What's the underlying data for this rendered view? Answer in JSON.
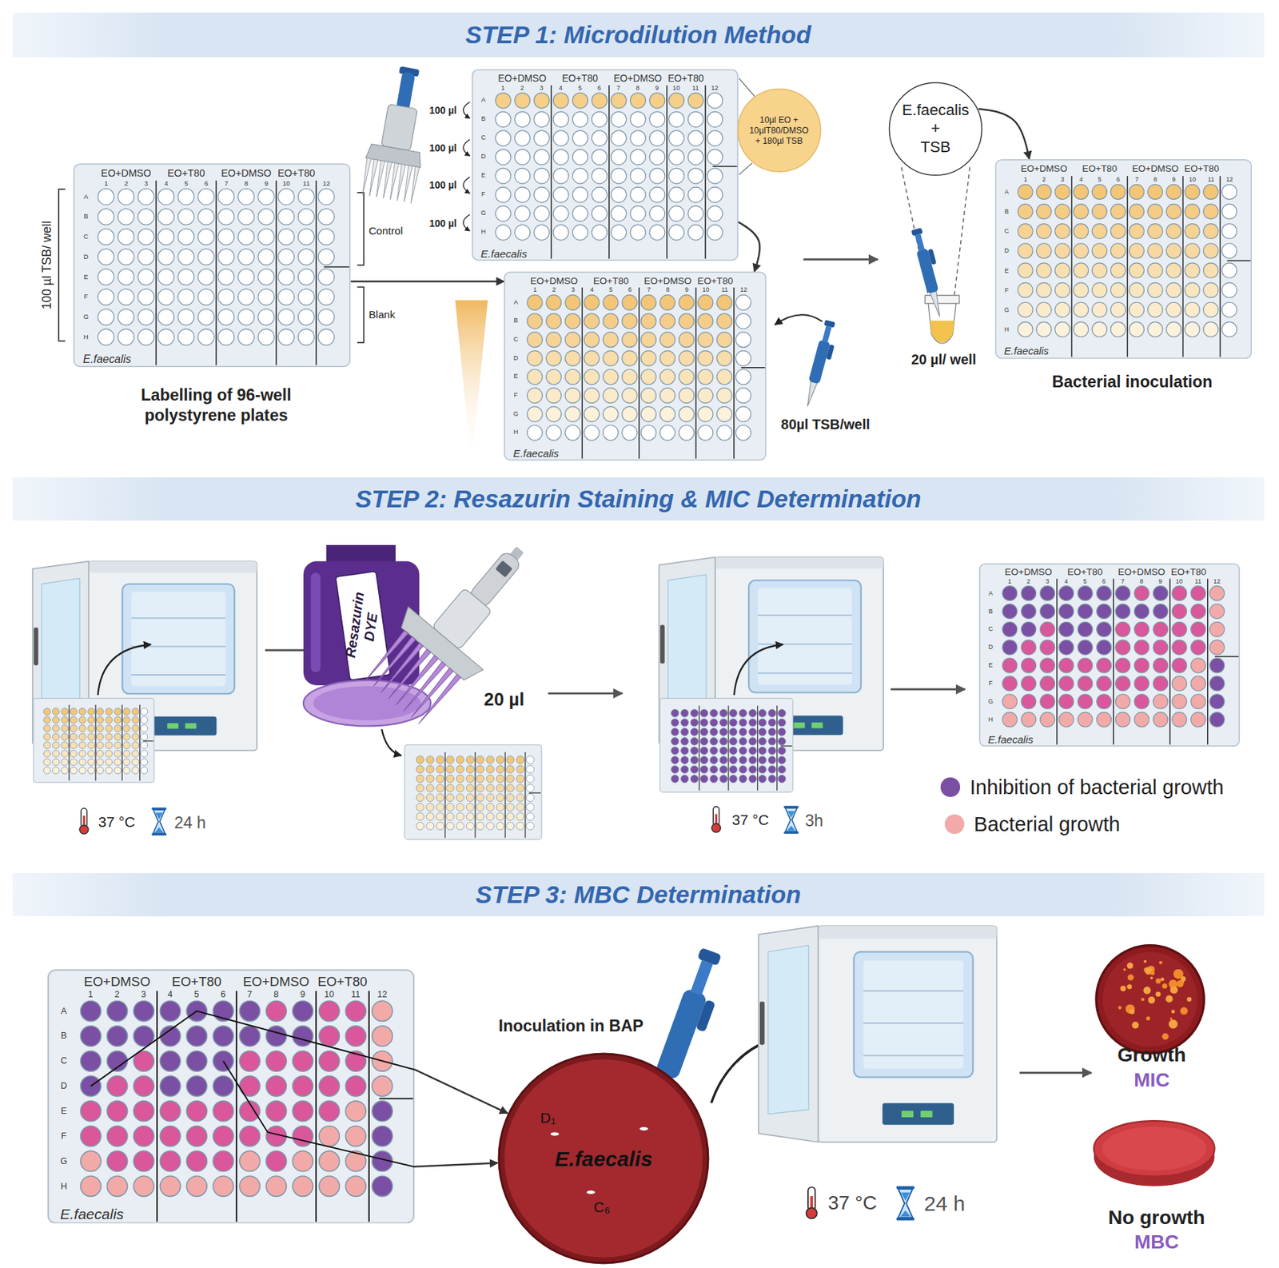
{
  "diagram": {
    "nodes": [
      {
        "text": [
          "STEP 1: Microdilution Method"
        ]
      },
      {
        "text": [
          "EO+DMSO",
          "EO+T80",
          "EO+DMSO",
          "EO+T80",
          "1",
          "2",
          "3",
          "4",
          "5",
          "6",
          "7",
          "8",
          "9",
          "10",
          "11",
          "12",
          "A",
          "B",
          "C",
          "D",
          "E",
          "F",
          "G",
          "H",
          "E.faecalis"
        ]
      },
      {
        "text": [
          "EO+DMSO",
          "EO+T80",
          "EO+DMSO",
          "EO+T80",
          "1",
          "2",
          "3",
          "4",
          "5",
          "6",
          "7",
          "8",
          "9",
          "10",
          "11",
          "12",
          "A",
          "B",
          "C",
          "D",
          "E",
          "F",
          "G",
          "H",
          "E.faecalis"
        ]
      },
      {
        "text": [
          "EO+DMSO",
          "EO+T80",
          "EO+DMSO",
          "EO+T80",
          "1",
          "2",
          "3",
          "4",
          "5",
          "6",
          "7",
          "8",
          "9",
          "10",
          "11",
          "12",
          "A",
          "B",
          "C",
          "D",
          "E",
          "F",
          "G",
          "H",
          "E.faecalis"
        ]
      },
      {
        "text": [
          "10µl EO + 10µlT80/DMSO + 180µl TSB"
        ]
      },
      {
        "text": [
          "E.faecalis + TSB"
        ]
      },
      {
        "text": [
          "EO+DMSO",
          "EO+T80",
          "EO+DMSO",
          "EO+T80",
          "1",
          "2",
          "3",
          "4",
          "5",
          "6",
          "7",
          "8",
          "9",
          "10",
          "11",
          "12",
          "A",
          "B",
          "C",
          "D",
          "E",
          "F",
          "G",
          "H",
          "E.faecalis"
        ]
      },
      {
        "text": [
          "STEP 2: Resazurin Staining & MIC Determination"
        ]
      },
      {
        "text": [
          "EO+DMSO",
          "EO+T80",
          "EO+DMSO",
          "EO+T80",
          "1",
          "2",
          "3",
          "4",
          "5",
          "6",
          "7",
          "8",
          "9",
          "10",
          "11",
          "12",
          "A",
          "B",
          "C",
          "D",
          "E",
          "F",
          "G",
          "H",
          "E.faecalis"
        ]
      },
      {
        "text": [
          "STEP 3: MBC Determination"
        ]
      },
      {
        "text": [
          "EO+DMSO",
          "EO+T80",
          "EO+DMSO",
          "EO+T80",
          "1",
          "2",
          "3",
          "4",
          "5",
          "6",
          "7",
          "8",
          "9",
          "10",
          "11",
          "12",
          "A",
          "B",
          "C",
          "D",
          "E",
          "F",
          "G",
          "H",
          "E.faecalis"
        ]
      },
      {
        "text": [
          "E.faecalis",
          "D₁",
          "C₆"
        ]
      }
    ],
    "edges": [
      {
        "from": 1,
        "to": 3,
        "arrow": "to"
      },
      {
        "from": 2,
        "to": 3,
        "arrow": "to"
      },
      {
        "from": 5,
        "to": 6,
        "arrow": "to"
      },
      {
        "from": 10,
        "to": 11,
        "arrow": "to"
      },
      {
        "from": 10,
        "to": 11,
        "arrow": "to"
      }
    ],
    "labels": [
      "100 µl TSB/ well",
      "Control",
      "Blank",
      "Labelling of 96-well polystyrene plates",
      "100 µl",
      "100 µl",
      "100 µl",
      "100 µl",
      "20 µl/ well",
      "Bacterial inoculation",
      "80µl TSB/well",
      "37 °C",
      "24 h",
      "Resazurin DYE",
      "20 µl",
      "37 °C",
      "3h",
      "Inoculation in BAP",
      "37 °C",
      "24 h",
      "Growth",
      "MIC",
      "No growth",
      "MBC"
    ],
    "legend": [
      {
        "text": "Inhibition of bacterial growth",
        "color": "#7b4fa3"
      },
      {
        "text": "Bacterial growth",
        "color": "#f2aaa8"
      }
    ]
  }
}
